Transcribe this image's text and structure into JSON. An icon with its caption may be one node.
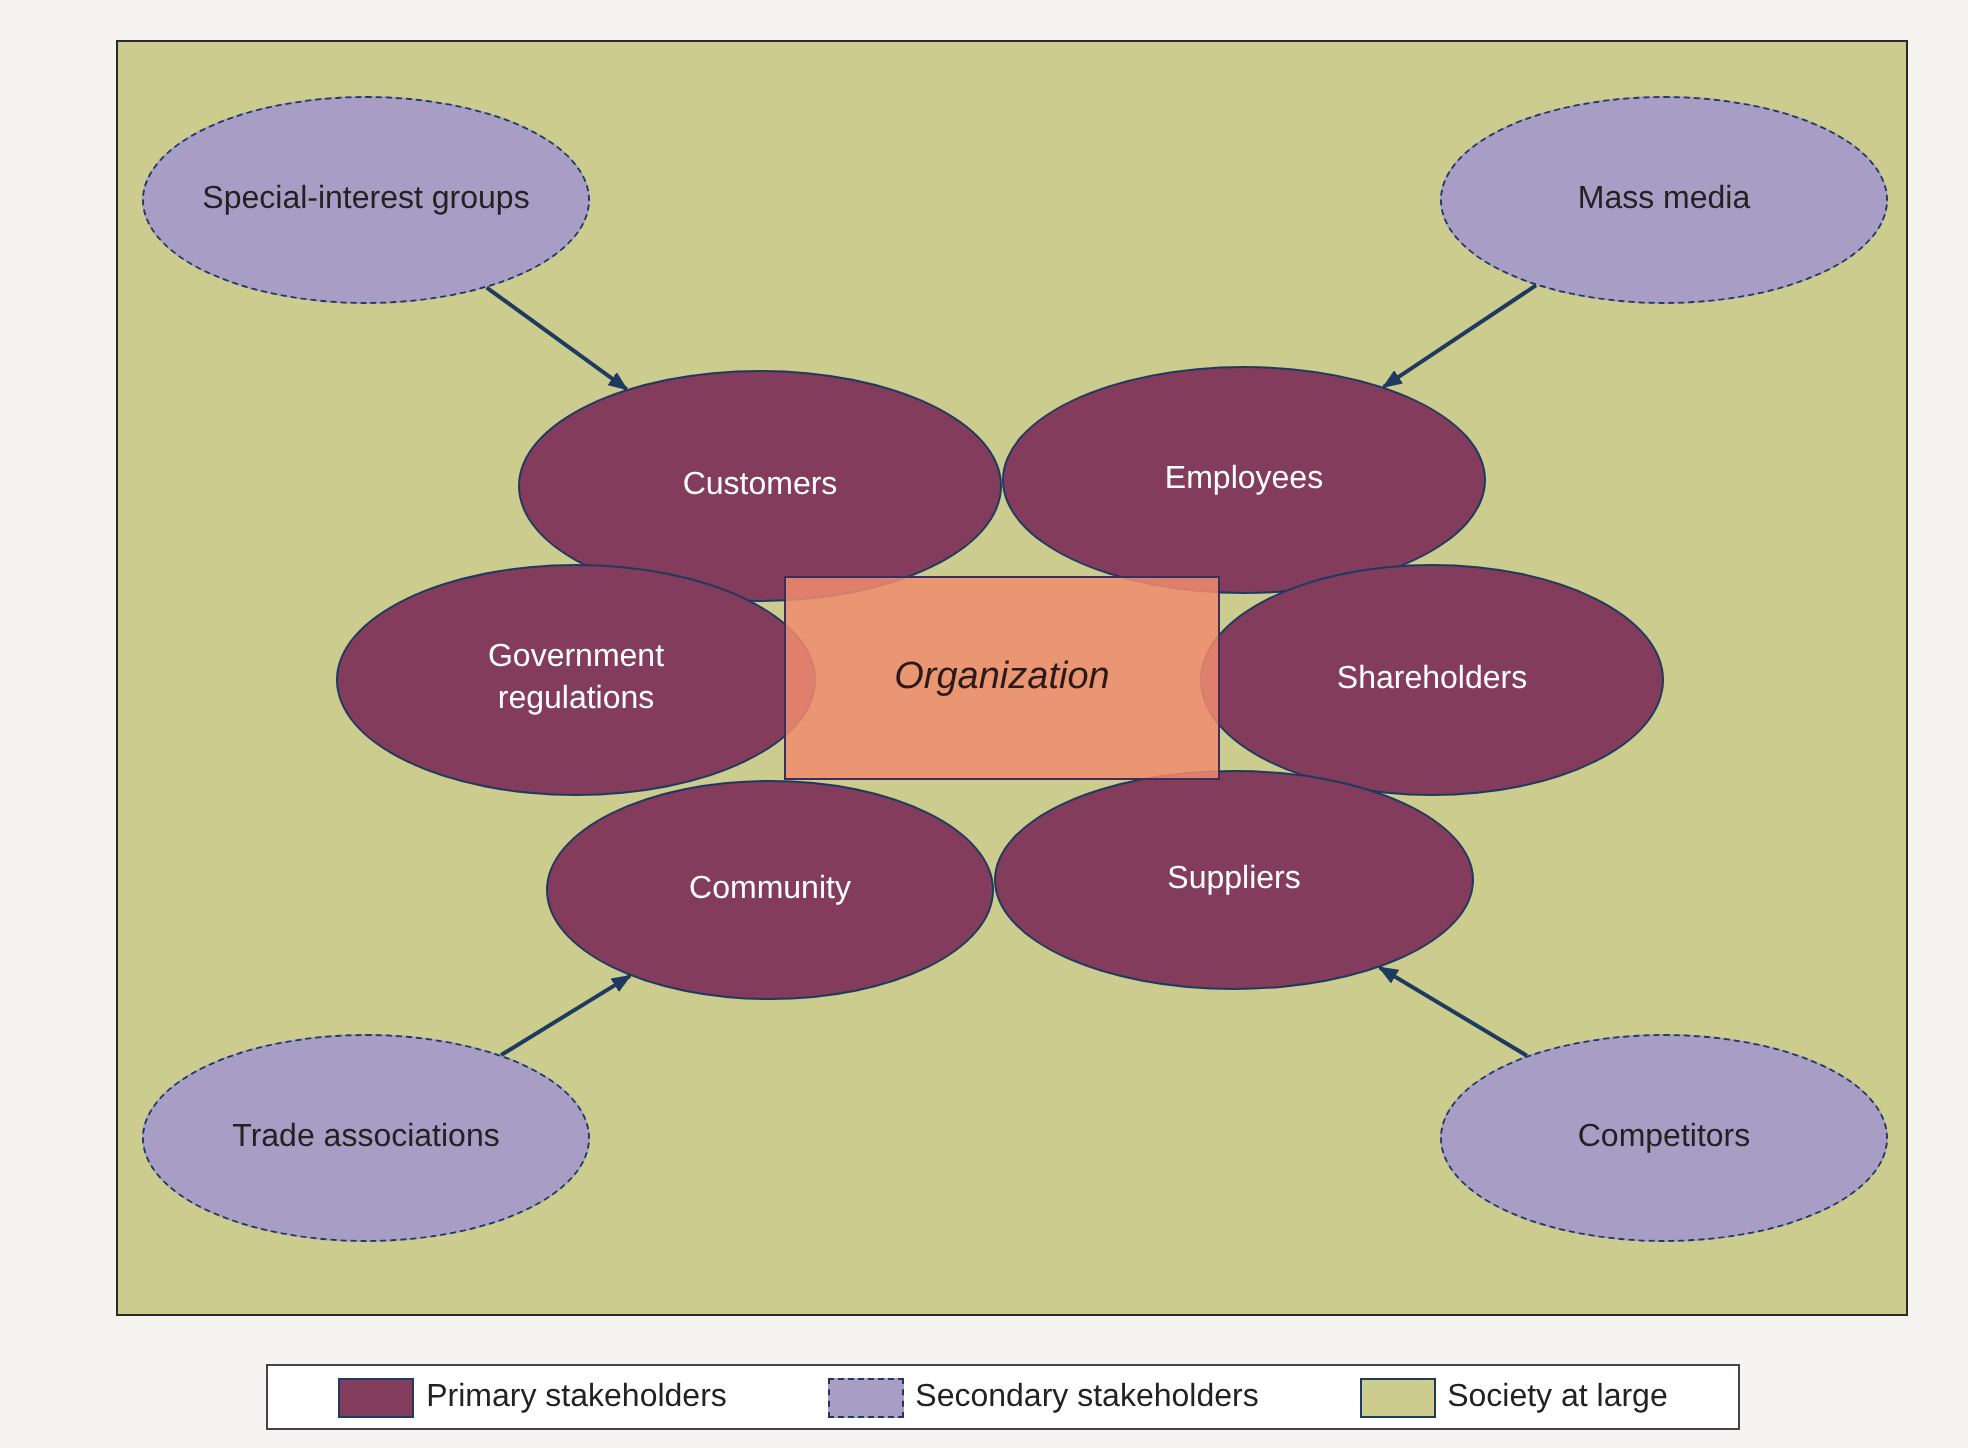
{
  "diagram": {
    "nodes": [
      {
        "text": [
          "Special-interest groups"
        ]
      },
      {
        "text": [
          "Mass media"
        ]
      },
      {
        "text": [
          "Customers"
        ]
      },
      {
        "text": [
          "Employees"
        ]
      },
      {
        "text": [
          "Government regulations"
        ]
      },
      {
        "text": [
          "Organization"
        ]
      },
      {
        "text": [
          "Shareholders"
        ]
      },
      {
        "text": [
          "Community"
        ]
      },
      {
        "text": [
          "Suppliers"
        ]
      },
      {
        "text": [
          "Trade associations"
        ]
      },
      {
        "text": [
          "Competitors"
        ]
      }
    ],
    "edges": [
      {
        "from": 0,
        "to": 2,
        "arrow": "to"
      },
      {
        "from": 1,
        "to": 3,
        "arrow": "to"
      },
      {
        "from": 9,
        "to": 7,
        "arrow": "to"
      },
      {
        "from": 10,
        "to": 8,
        "arrow": "to"
      }
    ],
    "legend": [
      {
        "text": "Primary stakeholders",
        "color": "#843c5c"
      },
      {
        "text": "Secondary stakeholders",
        "color": "#a89dc4"
      },
      {
        "text": "Society at large",
        "color": "#cbcc8e"
      }
    ]
  }
}
